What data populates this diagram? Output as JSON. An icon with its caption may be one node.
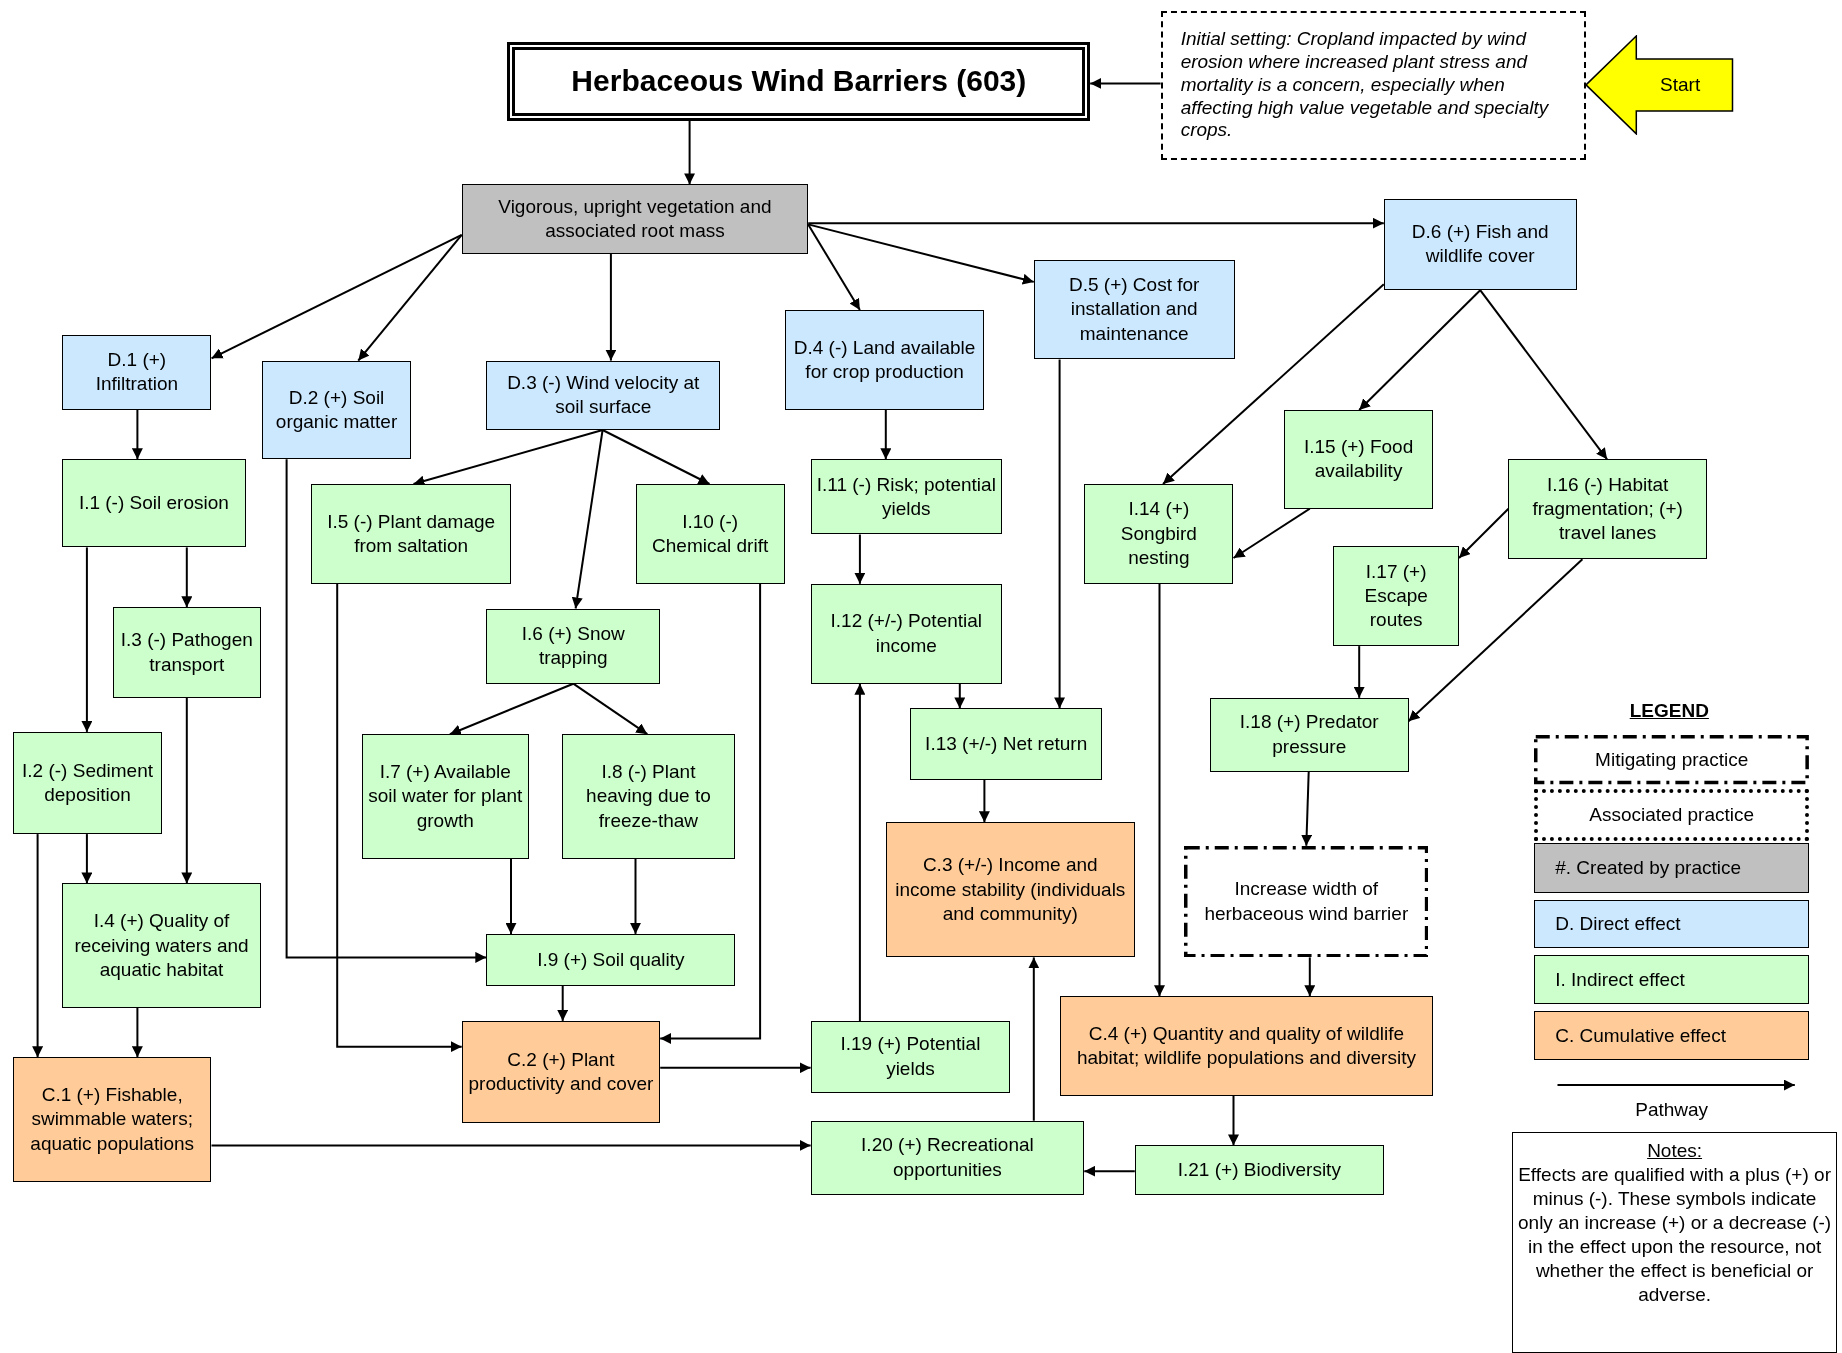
{
  "diagram": {
    "nodes": [
      {
        "text": [
          "Herbaceous Wind Barriers (603)"
        ]
      },
      {
        "text": [
          "Initial setting: Cropland impacted by wind erosion where increased plant stress and mortality is a concern, especially when affecting high value vegetable and specialty crops."
        ]
      },
      {
        "text": [
          "Start"
        ]
      },
      {
        "text": [
          "Vigorous, upright vegetation and associated root mass"
        ]
      },
      {
        "text": [
          "D.1 (+) Infiltration"
        ]
      },
      {
        "text": [
          "D.2 (+) Soil organic matter"
        ]
      },
      {
        "text": [
          "D.3 (-) Wind velocity at soil surface"
        ]
      },
      {
        "text": [
          "D.4 (-) Land available for crop production"
        ]
      },
      {
        "text": [
          "D.5 (+) Cost for installation and maintenance"
        ]
      },
      {
        "text": [
          "D.6 (+) Fish and wildlife cover"
        ]
      },
      {
        "text": [
          "I.1 (-) Soil erosion"
        ]
      },
      {
        "text": [
          "I.3 (-) Pathogen transport"
        ]
      },
      {
        "text": [
          "I.2 (-) Sediment deposition"
        ]
      },
      {
        "text": [
          "I.4 (+) Quality of receiving waters and aquatic habitat"
        ]
      },
      {
        "text": [
          "C.1 (+) Fishable, swimmable waters; aquatic populations"
        ]
      },
      {
        "text": [
          "I.5 (-) Plant damage from saltation"
        ]
      },
      {
        "text": [
          "I.10 (-) Chemical drift"
        ]
      },
      {
        "text": [
          "I.6 (+) Snow trapping"
        ]
      },
      {
        "text": [
          "I.7 (+) Available soil water for plant growth"
        ]
      },
      {
        "text": [
          "I.8 (-) Plant heaving due to freeze-thaw"
        ]
      },
      {
        "text": [
          "I.9 (+) Soil quality"
        ]
      },
      {
        "text": [
          "C.2 (+) Plant productivity and cover"
        ]
      },
      {
        "text": [
          "I.11 (-) Risk; potential yields"
        ]
      },
      {
        "text": [
          "I.12 (+/-) Potential income"
        ]
      },
      {
        "text": [
          "I.13 (+/-) Net return"
        ]
      },
      {
        "text": [
          "C.3 (+/-) Income and income stability (individuals and community)"
        ]
      },
      {
        "text": [
          "I.19 (+) Potential yields"
        ]
      },
      {
        "text": [
          "I.20 (+) Recreational opportunities"
        ]
      },
      {
        "text": [
          "I.14 (+) Songbird nesting"
        ]
      },
      {
        "text": [
          "I.15 (+) Food availability"
        ]
      },
      {
        "text": [
          "I.16 (-) Habitat fragmentation; (+) travel lanes"
        ]
      },
      {
        "text": [
          "I.17 (+) Escape routes"
        ]
      },
      {
        "text": [
          "I.18 (+) Predator pressure"
        ]
      },
      {
        "text": [
          "Increase width of herbaceous wind barrier"
        ]
      },
      {
        "text": [
          "C.4 (+) Quantity and quality of wildlife habitat; wildlife populations and diversity"
        ]
      },
      {
        "text": [
          "I.21 (+) Biodiversity"
        ]
      },
      {
        "text": [
          "Notes:",
          "Effects are qualified with a plus (+) or minus (-).  These symbols indicate only an increase (+) or a decrease (-) in the effect upon the resource, not whether the effect is beneficial or adverse."
        ]
      }
    ],
    "edges": [
      {
        "from": 1,
        "to": 0,
        "arrow": "to"
      },
      {
        "from": 0,
        "to": 3,
        "arrow": "to"
      },
      {
        "from": 3,
        "to": 4,
        "arrow": "to"
      },
      {
        "from": 3,
        "to": 5,
        "arrow": "to"
      },
      {
        "from": 3,
        "to": 6,
        "arrow": "to"
      },
      {
        "from": 3,
        "to": 7,
        "arrow": "to"
      },
      {
        "from": 3,
        "to": 8,
        "arrow": "to"
      },
      {
        "from": 3,
        "to": 9,
        "arrow": "to"
      },
      {
        "from": 4,
        "to": 10,
        "arrow": "to"
      },
      {
        "from": 10,
        "to": 11,
        "arrow": "to"
      },
      {
        "from": 10,
        "to": 12,
        "arrow": "to"
      },
      {
        "from": 11,
        "to": 13,
        "arrow": "to"
      },
      {
        "from": 12,
        "to": 13,
        "arrow": "to"
      },
      {
        "from": 12,
        "to": 14,
        "arrow": "to"
      },
      {
        "from": 13,
        "to": 14,
        "arrow": "to"
      },
      {
        "from": 14,
        "to": 27,
        "arrow": "to"
      },
      {
        "from": 5,
        "to": 20,
        "arrow": "to"
      },
      {
        "from": 6,
        "to": 15,
        "arrow": "to"
      },
      {
        "from": 6,
        "to": 16,
        "arrow": "to"
      },
      {
        "from": 6,
        "to": 17,
        "arrow": "to"
      },
      {
        "from": 17,
        "to": 18,
        "arrow": "to"
      },
      {
        "from": 17,
        "to": 19,
        "arrow": "to"
      },
      {
        "from": 18,
        "to": 20,
        "arrow": "to"
      },
      {
        "from": 19,
        "to": 20,
        "arrow": "to"
      },
      {
        "from": 20,
        "to": 21,
        "arrow": "to"
      },
      {
        "from": 15,
        "to": 21,
        "arrow": "to"
      },
      {
        "from": 16,
        "to": 21,
        "arrow": "to"
      },
      {
        "from": 21,
        "to": 26,
        "arrow": "to"
      },
      {
        "from": 26,
        "to": 23,
        "arrow": "to"
      },
      {
        "from": 7,
        "to": 22,
        "arrow": "to"
      },
      {
        "from": 22,
        "to": 23,
        "arrow": "to"
      },
      {
        "from": 23,
        "to": 24,
        "arrow": "to"
      },
      {
        "from": 8,
        "to": 24,
        "arrow": "to"
      },
      {
        "from": 24,
        "to": 25,
        "arrow": "to"
      },
      {
        "from": 27,
        "to": 25,
        "arrow": "to"
      },
      {
        "from": 9,
        "to": 28,
        "arrow": "to"
      },
      {
        "from": 9,
        "to": 29,
        "arrow": "to"
      },
      {
        "from": 9,
        "to": 30,
        "arrow": "to"
      },
      {
        "from": 29,
        "to": 28,
        "arrow": "to"
      },
      {
        "from": 30,
        "to": 31,
        "arrow": "to"
      },
      {
        "from": 31,
        "to": 32,
        "arrow": "to"
      },
      {
        "from": 30,
        "to": 32,
        "arrow": "to"
      },
      {
        "from": 32,
        "to": 33,
        "arrow": "to"
      },
      {
        "from": 28,
        "to": 34,
        "arrow": "to"
      },
      {
        "from": 33,
        "to": 34,
        "arrow": "to"
      },
      {
        "from": 34,
        "to": 35,
        "arrow": "to"
      },
      {
        "from": 35,
        "to": 27,
        "arrow": "to"
      }
    ],
    "labels": [
      "LEGEND"
    ],
    "legend": [
      {
        "text": "Mitigating practice"
      },
      {
        "text": "Associated practice"
      },
      {
        "text": "#. Created by practice",
        "color": "#c0c0c0"
      },
      {
        "text": "D. Direct effect",
        "color": "#cce8ff"
      },
      {
        "text": "I. Indirect effect",
        "color": "#ccffcc"
      },
      {
        "text": "C. Cumulative effect",
        "color": "#ffcc99"
      },
      {
        "text": "Pathway"
      }
    ]
  }
}
